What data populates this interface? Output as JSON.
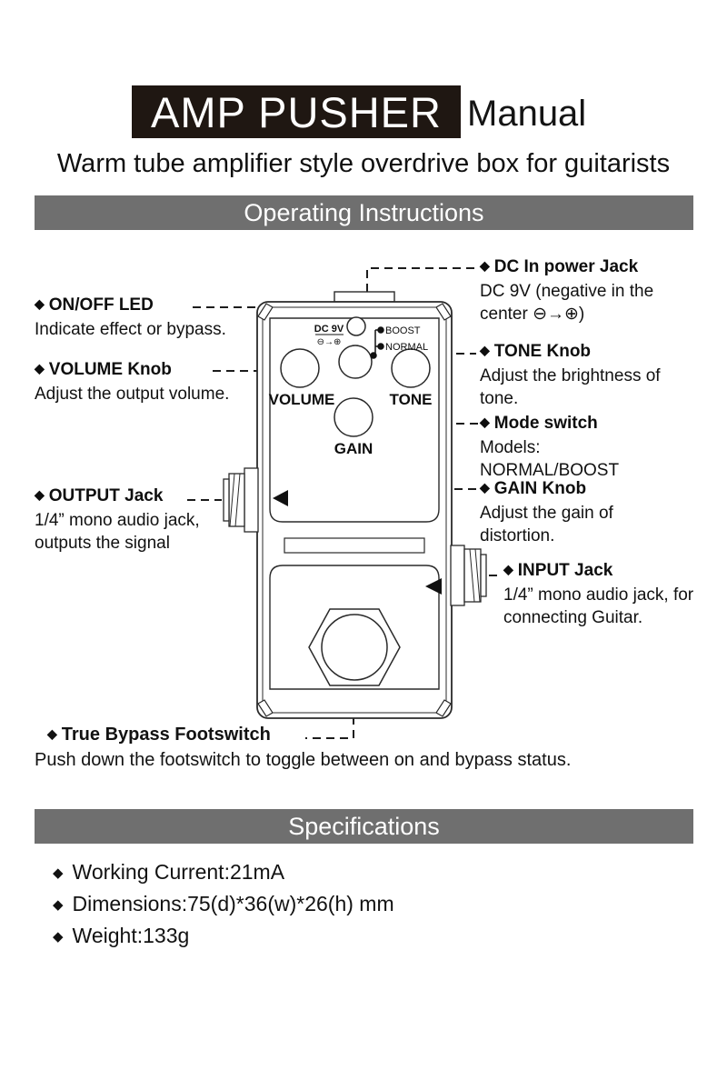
{
  "header": {
    "title": "AMP PUSHER",
    "manual": "Manual",
    "subtitle": "Warm tube amplifier style overdrive box for guitarists"
  },
  "sections": {
    "operating": "Operating Instructions",
    "specifications": "Specifications"
  },
  "bullet": "◆",
  "pedal": {
    "dc_label": "DC 9V",
    "dc_polarity": "⊖→⊕",
    "mode_boost": "BOOST",
    "mode_normal": "NORMAL",
    "volume_label": "VOLUME",
    "tone_label": "TONE",
    "gain_label": "GAIN"
  },
  "callouts": {
    "dc": {
      "title": "DC In power Jack",
      "desc": "DC 9V (negative in the center ⊖→⊕)"
    },
    "led": {
      "title": "ON/OFF LED",
      "desc": "Indicate effect or bypass."
    },
    "volume": {
      "title": "VOLUME Knob",
      "desc": "Adjust the output volume."
    },
    "tone": {
      "title": "TONE Knob",
      "desc": "Adjust the brightness of tone."
    },
    "mode": {
      "title": "Mode switch",
      "desc": "Models: NORMAL/BOOST"
    },
    "gain": {
      "title": "GAIN Knob",
      "desc": "Adjust the gain of distortion."
    },
    "output": {
      "title": "OUTPUT Jack",
      "desc": "1/4” mono audio jack, outputs the signal"
    },
    "input": {
      "title": "INPUT Jack",
      "desc": "1/4” mono audio jack, for connecting Guitar."
    },
    "footswitch": {
      "title": "True Bypass Footswitch",
      "desc": "Push down the footswitch to toggle between on and bypass status."
    }
  },
  "specs": {
    "items": [
      "Working Current:21mA",
      "Dimensions:75(d)*36(w)*26(h) mm",
      "Weight:133g"
    ]
  },
  "colors": {
    "bar_gray": "#6f6f6f",
    "title_black": "#1f1712",
    "line": "#262626"
  }
}
